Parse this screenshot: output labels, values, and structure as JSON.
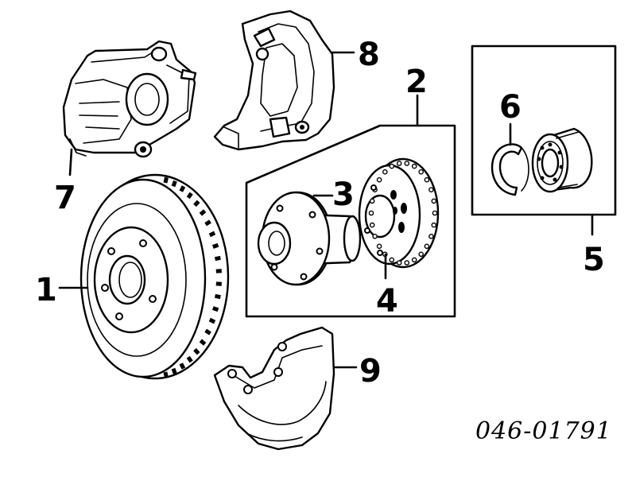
{
  "diagram": {
    "part_code": "046-01791",
    "callouts": [
      {
        "id": "1",
        "label": "1"
      },
      {
        "id": "2",
        "label": "2"
      },
      {
        "id": "3",
        "label": "3"
      },
      {
        "id": "4",
        "label": "4"
      },
      {
        "id": "5",
        "label": "5"
      },
      {
        "id": "6",
        "label": "6"
      },
      {
        "id": "7",
        "label": "7"
      },
      {
        "id": "8",
        "label": "8"
      },
      {
        "id": "9",
        "label": "9"
      }
    ]
  }
}
